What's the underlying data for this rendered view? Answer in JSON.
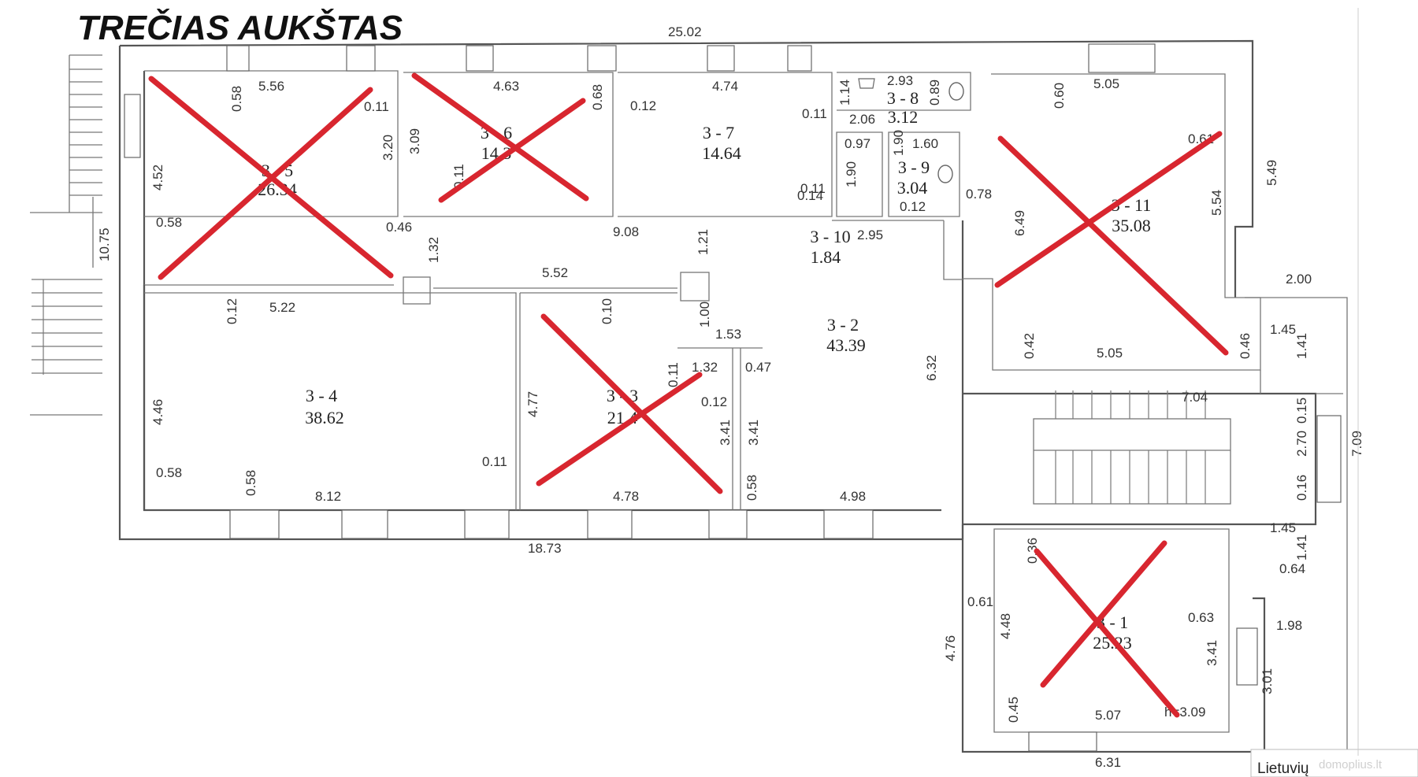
{
  "title": "TREČIAS AUKŠTAS",
  "corner_label": "Lietuvių",
  "watermark": "domoplius.lt",
  "cross_color": "#d8262f",
  "rooms": [
    {
      "id": "3 - 2",
      "area": "43.39",
      "crossed": false
    },
    {
      "id": "3 - 3",
      "area": "21.4",
      "crossed": true
    },
    {
      "id": "3 - 4",
      "area": "38.62",
      "crossed": false
    },
    {
      "id": "3 - 5",
      "area": "26.34",
      "crossed": true
    },
    {
      "id": "3 - 6",
      "area": "14.3",
      "crossed": true
    },
    {
      "id": "3 - 7",
      "area": "14.64",
      "crossed": false
    },
    {
      "id": "3 - 8",
      "area": "3.12",
      "crossed": false
    },
    {
      "id": "3 - 9",
      "area": "3.04",
      "crossed": false
    },
    {
      "id": "3 - 10",
      "area": "1.84",
      "crossed": false
    },
    {
      "id": "3 - 11",
      "area": "35.08",
      "crossed": true
    },
    {
      "id": "3 - 1",
      "area": "25.23",
      "crossed": true
    }
  ],
  "dimensions": [
    "25.02",
    "5.56",
    "0.58",
    "0.11",
    "3.20",
    "3.09",
    "4.63",
    "0.68",
    "0.12",
    "4.74",
    "0.11",
    "1.14",
    "2.93",
    "0.89",
    "2.06",
    "0.97",
    "1.90",
    "1.60",
    "0.14",
    "1.90",
    "0.12",
    "0.78",
    "0.60",
    "5.05",
    "0.61",
    "5.49",
    "5.54",
    "6.49",
    "4.52",
    "10.75",
    "0.58",
    "0.46",
    "1.32",
    "9.08",
    "1.21",
    "2.95",
    "5.52",
    "0.12",
    "5.22",
    "0.10",
    "1.00",
    "1.53",
    "0.47",
    "1.32",
    "0.11",
    "0.12",
    "4.46",
    "4.77",
    "3.41",
    "3.41",
    "6.32",
    "0.42",
    "0.46",
    "5.05",
    "1.45",
    "1.41",
    "2.00",
    "7.04",
    "0.15",
    "2.70",
    "0.16",
    "0.58",
    "0.58",
    "8.12",
    "0.11",
    "4.78",
    "0.58",
    "4.98",
    "18.73",
    "0.36",
    "1.45",
    "1.41",
    "0.64",
    "0.61",
    "4.48",
    "0.63",
    "1.98",
    "4.76",
    "3.41",
    "3.01",
    "0.45",
    "5.07",
    "h=3.09",
    "6.31",
    "0.11",
    "0.11",
    "7.09"
  ]
}
